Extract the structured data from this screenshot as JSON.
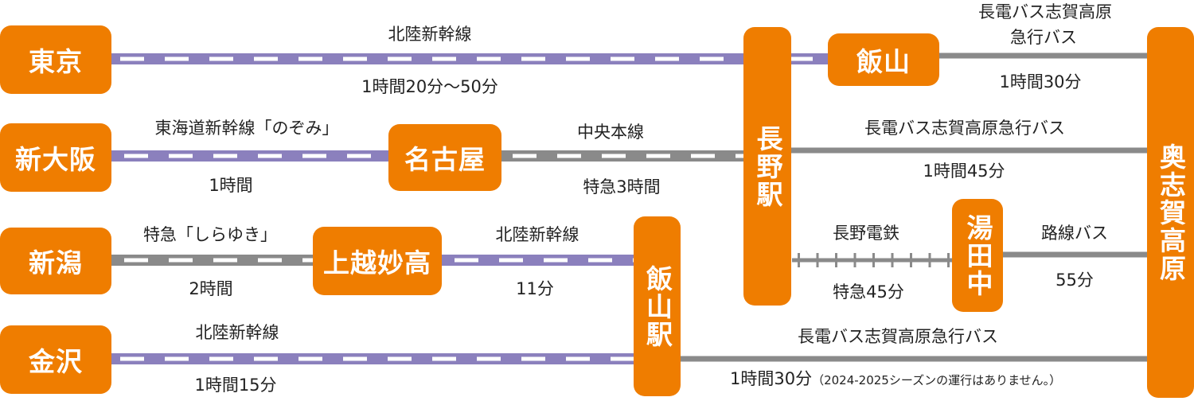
{
  "stations": {
    "tokyo": "東京",
    "shin_osaka": "新大阪",
    "niigata": "新潟",
    "kanazawa": "金沢",
    "nagoya": "名古屋",
    "joetsu_myoko": "上越妙高",
    "iiyama_station": "飯山駅",
    "nagano_station": "長野駅",
    "iiyama": "飯山",
    "yudanaka": "湯田中",
    "okushiga": "奥志賀高原"
  },
  "routes": {
    "tokyo_nagano": {
      "line": "北陸新幹線",
      "time": "1時間20分～50分"
    },
    "osaka_nagoya": {
      "line": "東海道新幹線「のぞみ」",
      "time": "1時間"
    },
    "nagoya_nagano": {
      "line": "中央本線",
      "time": "特急3時間"
    },
    "niigata_joetsu": {
      "line": "特急「しらゆき」",
      "time": "2時間"
    },
    "joetsu_iiyama": {
      "line": "北陸新幹線",
      "time": "11分"
    },
    "kanazawa_iiyama": {
      "line": "北陸新幹線",
      "time": "1時間15分"
    },
    "iiyama_okushiga": {
      "line_1": "長電バス志賀高原",
      "line_2": "急行バス",
      "time": "1時間30分"
    },
    "nagano_okushiga": {
      "line": "長電バス志賀高原急行バス",
      "time": "1時間45分"
    },
    "nagano_yudanaka": {
      "line": "長野電鉄",
      "time": "特急45分"
    },
    "yudanaka_okushiga": {
      "line": "路線バス",
      "time": "55分"
    },
    "iiyama_st_okushiga": {
      "line": "長電バス志賀高原急行バス",
      "time": "1時間30分",
      "note": "（2024-2025シーズンの運行はありません。）"
    }
  },
  "colors": {
    "station_box": "#ef7d00",
    "shinkansen": "#8b80bd",
    "limited_express": "#8a8a8a",
    "bus": "#8a8a8a",
    "dash": "#ffffff"
  }
}
